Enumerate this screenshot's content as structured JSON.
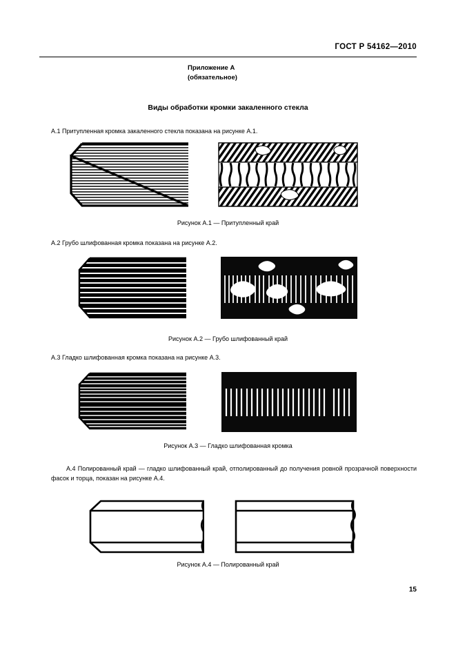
{
  "document": {
    "standard_header": "ГОСТ Р 54162—2010",
    "page_number": "15"
  },
  "annex": {
    "line1": "Приложение А",
    "line2": "(обязательное)",
    "title": "Виды обработки кромки закаленного стекла"
  },
  "sections": [
    {
      "id": "A.1",
      "text": "А.1  Притупленная кромка закаленного стекла показана на рисунке А.1.",
      "caption": "Рисунок А.1 — Притупленный край"
    },
    {
      "id": "A.2",
      "text": "А.2  Грубо шлифованная кромка показана на рисунке А.2.",
      "caption": "Рисунок А.2 — Грубо шлифованный край"
    },
    {
      "id": "A.3",
      "text": "А.3  Гладко шлифованная кромка показана на рисунке А.3.",
      "caption": "Рисунок А.3 — Гладко шлифованная кромка"
    },
    {
      "id": "A.4",
      "text": "А.4  Полированный край — гладко шлифованный край, отполированный до получения ровной прозрачной поверхности фасок и торца, показан на рисунке А.4.",
      "caption": "Рисунок А.4 — Полированный край"
    }
  ],
  "figures": {
    "a1_left": {
      "name": "Притупленный край — схема сечения",
      "stripes": 26,
      "style": "thin-horizontal-lines",
      "chamfer": "left"
    },
    "a1_right": {
      "name": "Притупленный край — фотография кромки",
      "style": "hatched-bands-with-vertical-texture"
    },
    "a2_left": {
      "name": "Грубо шлифованный край — схема сечения",
      "stripes": 15,
      "style": "thick-horizontal-lines",
      "chamfer": "left"
    },
    "a2_right": {
      "name": "Грубо шлифованный край — фотография кромки",
      "style": "dark-with-white-vertical-stripes-and-blobs",
      "blobs": 6
    },
    "a3_left": {
      "name": "Гладко шлифованная кромка — схема сечения",
      "stripes": 19,
      "style": "mixed-horizontal-lines",
      "chamfer": "left"
    },
    "a3_right": {
      "name": "Гладко шлифованная кромка — фотография кромки",
      "style": "dark-with-regular-white-vertical-stripes",
      "stripes": 26
    },
    "a4_left": {
      "name": "Полированный край — схема сечения с фаской",
      "style": "outline-with-bevel",
      "chamfer": "left"
    },
    "a4_right": {
      "name": "Полированный край — схема сечения торца",
      "style": "outline-plain"
    }
  },
  "colors": {
    "ink": "#000000",
    "paper": "#ffffff"
  }
}
